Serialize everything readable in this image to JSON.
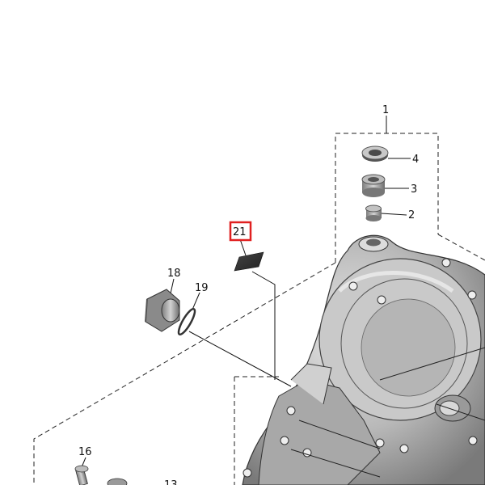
{
  "diagram": {
    "callouts": [
      {
        "id": "c1",
        "label": "1"
      },
      {
        "id": "c2",
        "label": "2"
      },
      {
        "id": "c3",
        "label": "3"
      },
      {
        "id": "c4",
        "label": "4"
      },
      {
        "id": "c16",
        "label": "16"
      },
      {
        "id": "c13",
        "label": "13"
      },
      {
        "id": "c18",
        "label": "18"
      },
      {
        "id": "c19",
        "label": "19"
      },
      {
        "id": "c21",
        "label": "21"
      }
    ],
    "highlighted_callout": "21",
    "highlight_color": "#e02020"
  }
}
